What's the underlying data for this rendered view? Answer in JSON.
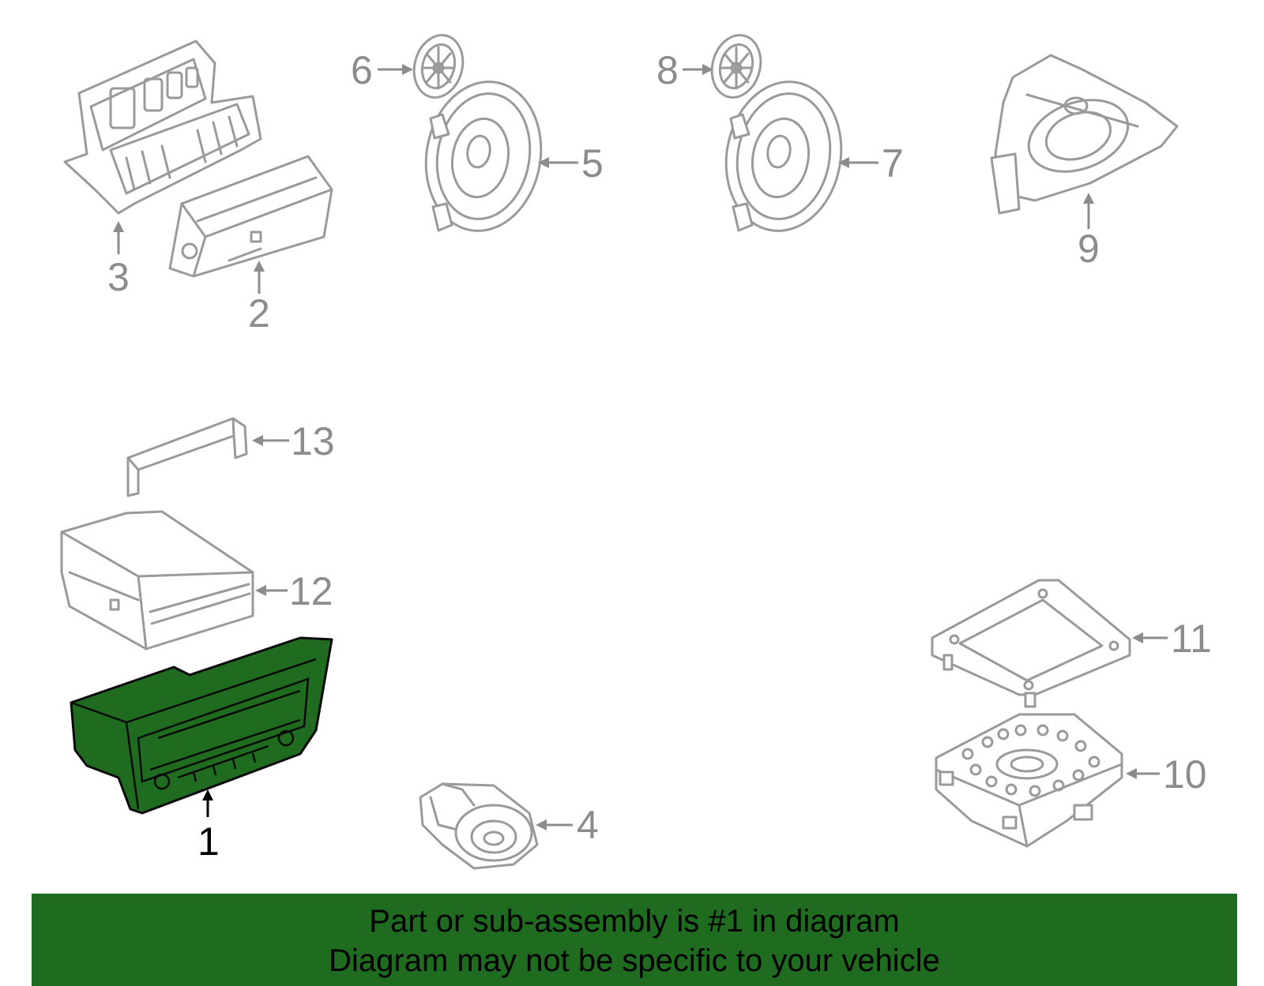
{
  "diagram": {
    "highlighted_part": "1",
    "callouts": [
      "1",
      "2",
      "3",
      "4",
      "5",
      "6",
      "7",
      "8",
      "9",
      "10",
      "11",
      "12",
      "13"
    ],
    "colors": {
      "highlight": "#1f6b1f",
      "part_outline": "#9a9a9a",
      "callout_gray": "#8c8c8c",
      "banner": "#1f6b1f"
    }
  },
  "banner": {
    "line1": "Part or sub-assembly is #1 in diagram",
    "line2": "Diagram may not be specific to your vehicle"
  }
}
